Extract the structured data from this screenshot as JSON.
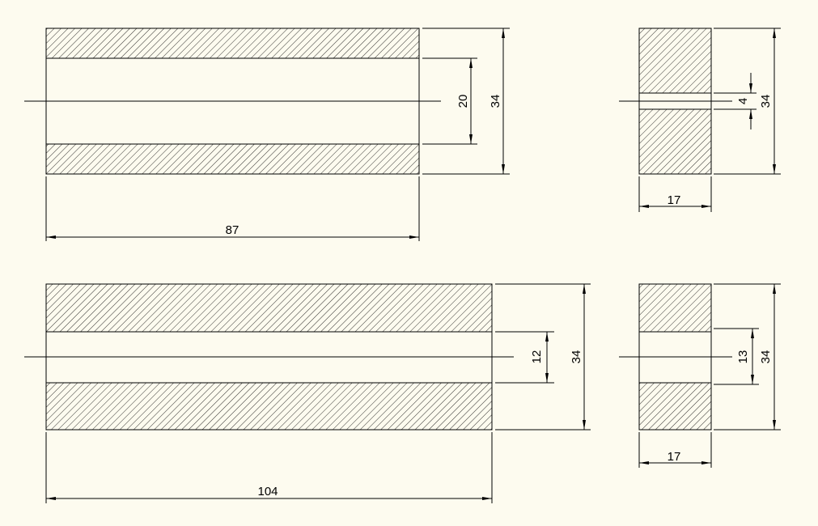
{
  "views": [
    {
      "name": "part-1-front",
      "dims": {
        "inner": "20",
        "height": "34",
        "length": "87"
      }
    },
    {
      "name": "part-1-side",
      "dims": {
        "gap": "4",
        "height": "34",
        "width": "17"
      }
    },
    {
      "name": "part-2-front",
      "dims": {
        "inner": "12",
        "height": "34",
        "length": "104"
      }
    },
    {
      "name": "part-2-side",
      "dims": {
        "gap": "13",
        "height": "34",
        "width": "17"
      }
    }
  ],
  "colors": {
    "background": "#fdfbef",
    "line": "#000000"
  }
}
